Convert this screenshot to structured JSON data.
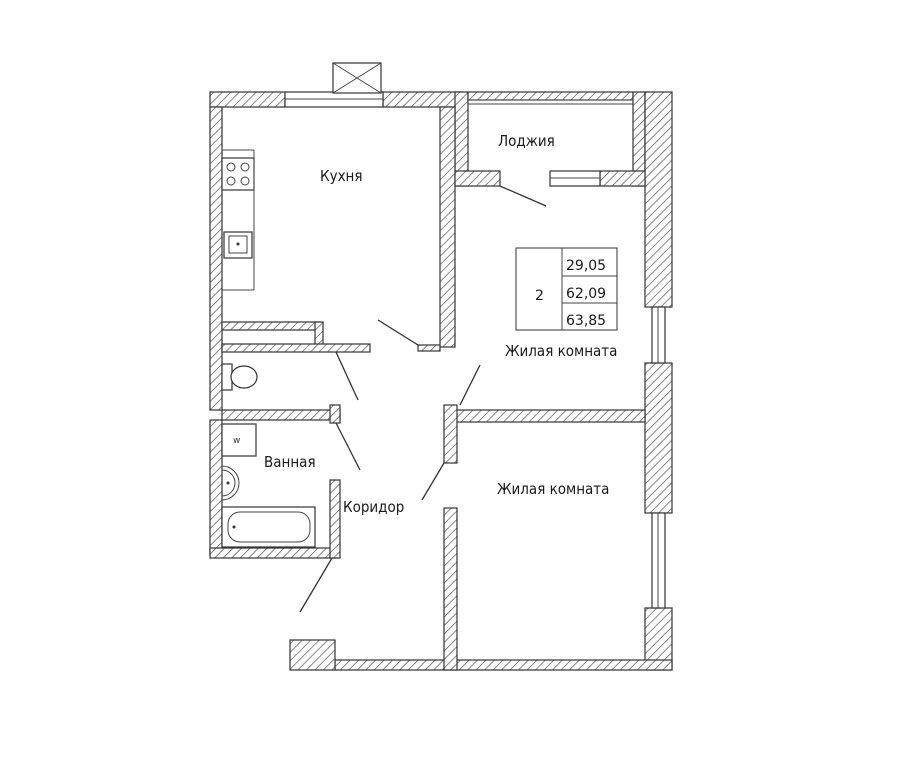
{
  "rooms": {
    "kitchen": "Кухня",
    "loggia": "Лоджия",
    "living_room_1": "Жилая комната",
    "living_room_2": "Жилая комната",
    "bathroom": "Ванная",
    "corridor": "Коридор"
  },
  "apartment_info": {
    "rooms_count": "2",
    "living_area": "29,05",
    "total_area": "62,09",
    "total_area_with_loggia": "63,85"
  },
  "washing_machine_label": "w"
}
